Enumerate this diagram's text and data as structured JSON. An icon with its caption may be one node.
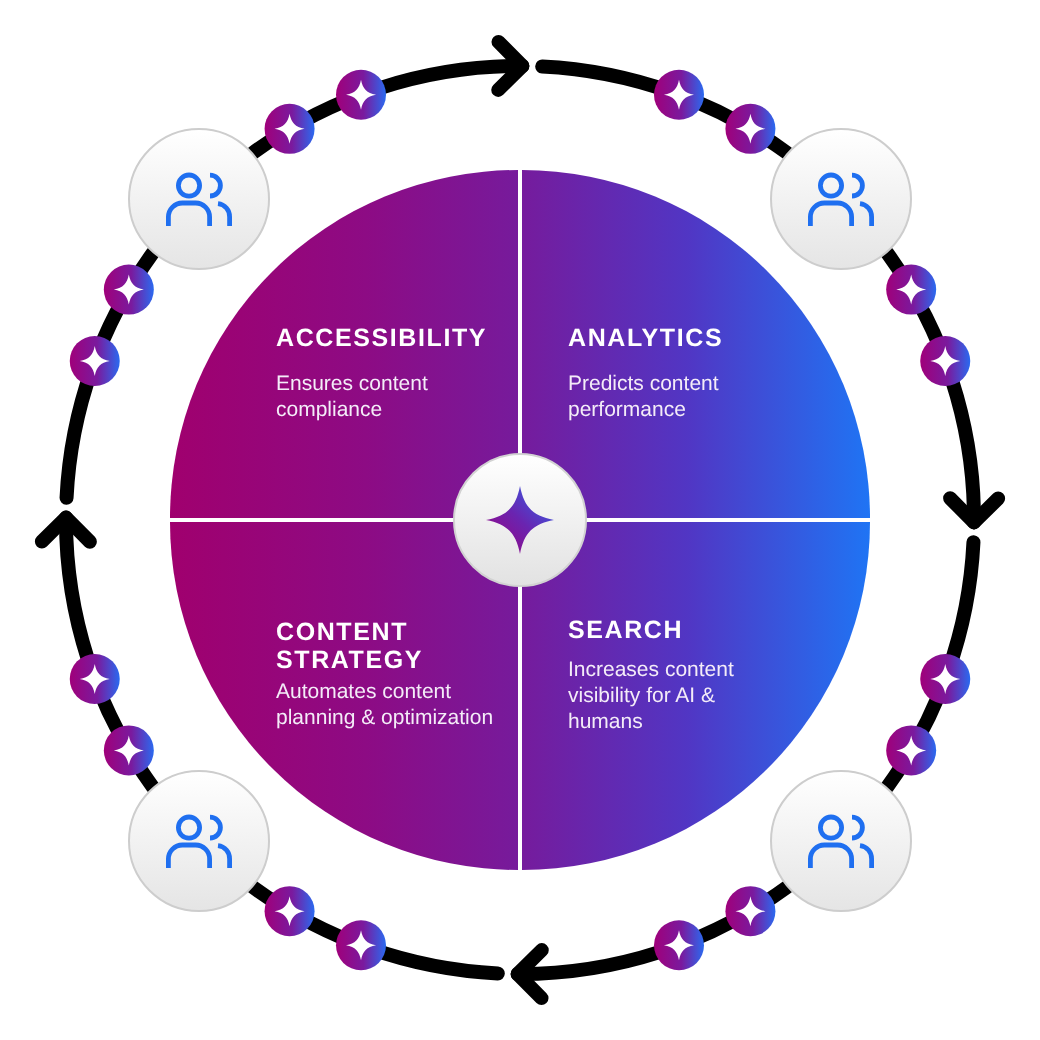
{
  "diagram": {
    "nodes": [
      {
        "text": [],
        "shape": "circle"
      },
      {
        "text": [],
        "shape": "circle"
      },
      {
        "text": [
          "ACCESSIBILITY",
          "Ensures content compliance"
        ]
      },
      {
        "text": [
          "ANALYTICS",
          "Predicts content performance"
        ]
      },
      {
        "text": [
          "CONTENT STRATEGY",
          "Automates content planning & optimization"
        ]
      },
      {
        "text": [
          "SEARCH",
          "Increases content visibility for AI & humans"
        ]
      },
      {
        "text": [],
        "shape": "circle"
      },
      {
        "text": [],
        "shape": "circle"
      }
    ],
    "edges": [
      {
        "from": null,
        "to": 0,
        "arrow": "none"
      },
      {
        "from": 0,
        "to": null,
        "arrow": "to"
      },
      {
        "from": null,
        "to": 1,
        "arrow": "none"
      },
      {
        "from": 1,
        "to": null,
        "arrow": "to"
      },
      {
        "from": null,
        "to": 7,
        "arrow": "none"
      },
      {
        "from": 7,
        "to": null,
        "arrow": "to"
      },
      {
        "from": null,
        "to": 6,
        "arrow": "none"
      },
      {
        "from": 6,
        "to": null,
        "arrow": "to"
      }
    ]
  }
}
